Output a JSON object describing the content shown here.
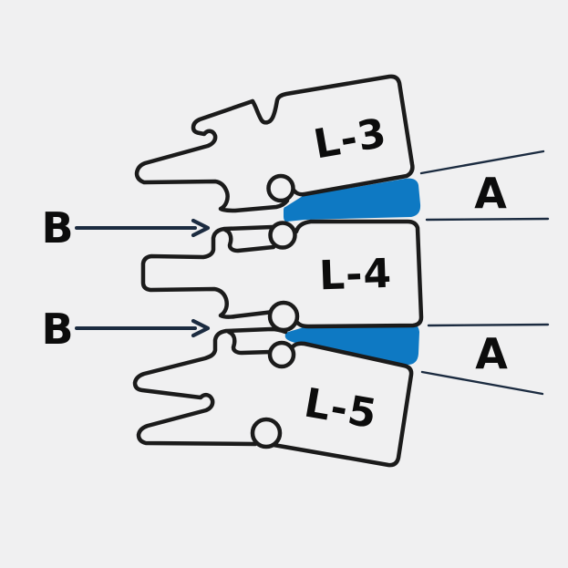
{
  "figure": {
    "description": "Lateral diagram of lumbar vertebrae with discs",
    "colors": {
      "bg": "#f0f0f1",
      "outline": "#1b1b1b",
      "disc": "#0e79c3",
      "leader": "#1b2b40",
      "label": "#0c0c0c"
    },
    "vertebrae": [
      {
        "label": "L-3"
      },
      {
        "label": "L-4"
      },
      {
        "label": "L-5"
      }
    ],
    "disc_labels": [
      {
        "text": "A"
      },
      {
        "text": "A"
      }
    ],
    "joint_labels": [
      {
        "text": "B"
      },
      {
        "text": "B"
      }
    ]
  }
}
